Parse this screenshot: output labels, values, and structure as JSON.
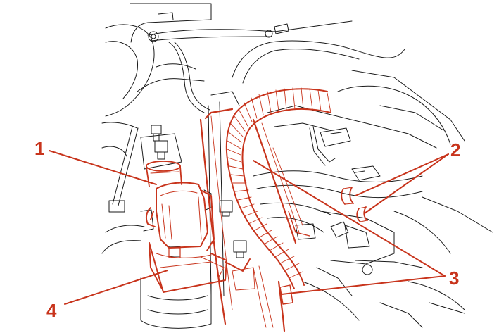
{
  "colors": {
    "background": "#ffffff",
    "line_art": "#1a1a1a",
    "highlight": "#c8341c",
    "callout": "#c8341c"
  },
  "callouts": [
    {
      "id": "1",
      "label": "1"
    },
    {
      "id": "2",
      "label": "2"
    },
    {
      "id": "3",
      "label": "3"
    },
    {
      "id": "4",
      "label": "4"
    }
  ]
}
